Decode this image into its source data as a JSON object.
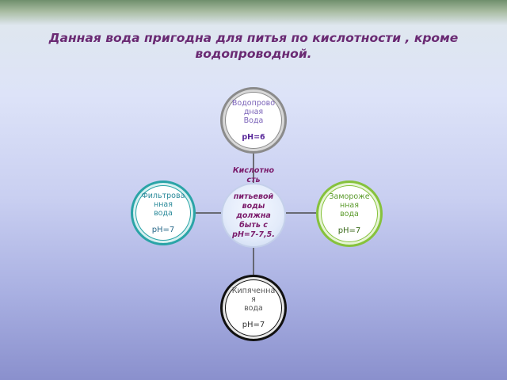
{
  "title": {
    "line1": "Данная вода пригодна для питья по кислотности , кроме",
    "line2": "водопроводной."
  },
  "center": {
    "line1": "Кислотно\nсть",
    "line2": "питьевой\nводы\nдолжна\nбыть с\npH=7-7,5."
  },
  "nodes": {
    "top": {
      "label": "Водопрово\nдная\nВода",
      "ph": "pH=6",
      "color": "#8b8b8b"
    },
    "left": {
      "label": "Фильтрова\nнная\nвода",
      "ph": "pH=7",
      "color": "#2aa4a7"
    },
    "right": {
      "label": "Заморожe\nнная\nвода",
      "ph": "pH=7",
      "color": "#86c23c"
    },
    "bottom": {
      "label": "Кипяченна\nя\nвода",
      "ph": "pH=7",
      "color": "#111111"
    }
  }
}
